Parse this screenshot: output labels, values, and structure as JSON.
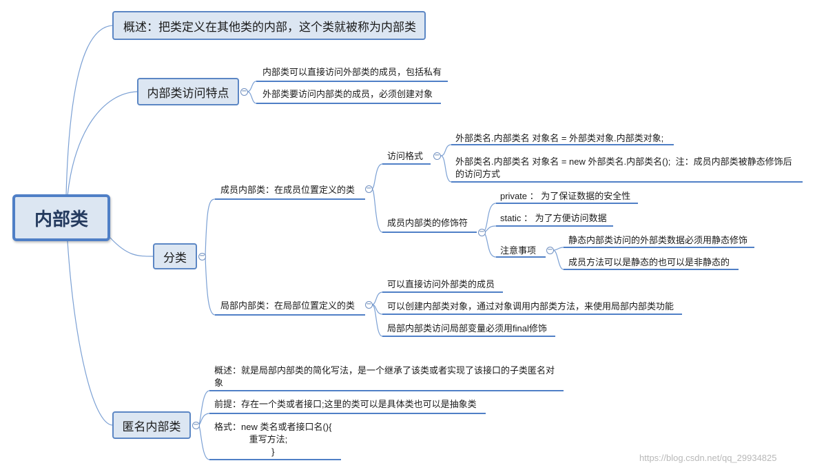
{
  "root": {
    "label": "内部类"
  },
  "overview": {
    "label": "概述：把类定义在其他类的内部，这个类就被称为内部类"
  },
  "access": {
    "label": "内部类访问特点",
    "items": [
      "内部类可以直接访问外部类的成员，包括私有",
      "外部类要访问内部类的成员，必须创建对象"
    ]
  },
  "classification": {
    "label": "分类",
    "member": {
      "label": "成员内部类：在成员位置定义的类",
      "access_format": {
        "label": "访问格式",
        "items": [
          "外部类名.内部类名 对象名 = 外部类对象.内部类对象;",
          "外部类名.内部类名 对象名 = new 外部类名.内部类名();  注：成员内部类被静态修饰后\n的访问方式"
        ]
      },
      "modifiers": {
        "label": "成员内部类的修饰符",
        "private": "private ： 为了保证数据的安全性",
        "static": "static ： 为了方便访问数据",
        "notes": {
          "label": "注意事项",
          "items": [
            "静态内部类访问的外部类数据必须用静态修饰",
            "成员方法可以是静态的也可以是非静态的"
          ]
        }
      }
    },
    "local": {
      "label": "局部内部类：在局部位置定义的类",
      "items": [
        "可以直接访问外部类的成员",
        "可以创建内部类对象，通过对象调用内部类方法，来使用局部内部类功能",
        "局部内部类访问局部变量必须用final修饰"
      ]
    }
  },
  "anonymous": {
    "label": "匿名内部类",
    "items": [
      "概述：就是局部内部类的简化写法，是一个继承了该类或者实现了该接口的子类匿名对\n象",
      "前提：存在一个类或者接口;这里的类可以是具体类也可以是抽象类",
      "格式：new 类名或者接口名(){\n              重写方法;\n                       }"
    ]
  },
  "collapse_symbol": "−",
  "watermark": "https://blog.csdn.net/qq_29934825",
  "colors": {
    "node_fill": "#dce6f2",
    "node_border": "#5b86c4",
    "connector": "#6f97cf",
    "underline": "#4f7fc6"
  }
}
